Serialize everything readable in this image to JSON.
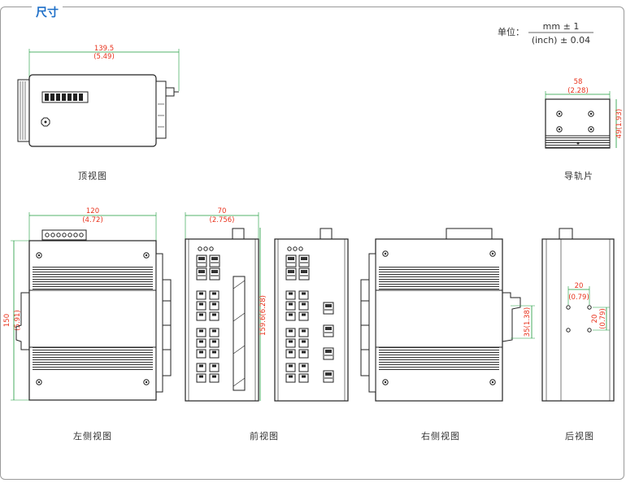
{
  "title": "尺寸",
  "unit_legend": {
    "prefix": "单位：",
    "numerator": "mm ± 1",
    "denominator": "(inch) ± 0.04"
  },
  "views": {
    "top": "顶视图",
    "rail": "导轨片",
    "left": "左侧视图",
    "front": "前视图",
    "right": "右侧视图",
    "back": "后视图"
  },
  "dims": {
    "top_width": {
      "mm": "139.5",
      "inch": "(5.49)"
    },
    "rail_width": {
      "mm": "58",
      "inch": "(2.28)"
    },
    "rail_height": "49(1.93)",
    "left_width": {
      "mm": "120",
      "inch": "(4.72)"
    },
    "left_height": {
      "mm": "150",
      "inch": "(5.91)"
    },
    "front_width": {
      "mm": "70",
      "inch": "(2.756)"
    },
    "front_height": "159.6(6.28)",
    "right_clip": "35(1.38)",
    "back_hole_x": {
      "mm": "20",
      "inch": "(0.79)"
    },
    "back_hole_y": {
      "mm": "20",
      "inch": "(0.79)"
    }
  },
  "colors": {
    "title": "#1e6fc8",
    "dimension": "#e8321c",
    "dimension_line": "#1a9a3a",
    "outline": "#222222"
  }
}
